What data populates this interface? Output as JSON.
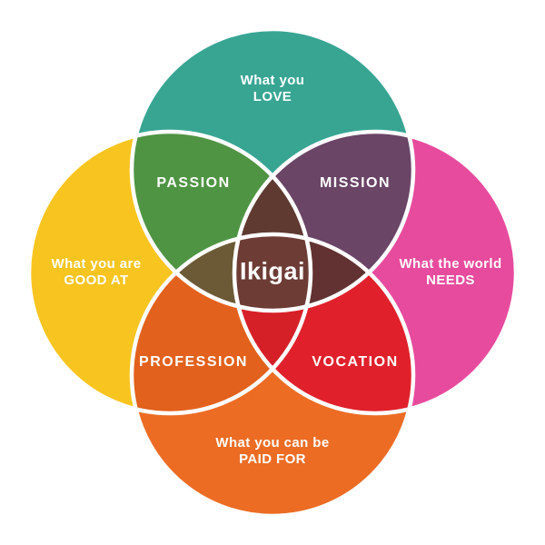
{
  "diagram": {
    "center_label": "Ikigai",
    "circles": {
      "love": {
        "line1": "What you",
        "line2": "LOVE"
      },
      "good_at": {
        "line1": "What you are",
        "line2": "GOOD AT"
      },
      "needs": {
        "line1": "What the world",
        "line2": "NEEDS"
      },
      "paid_for": {
        "line1": "What you can be",
        "line2": "PAID FOR"
      }
    },
    "overlaps": {
      "passion": "PASSION",
      "mission": "MISSION",
      "profession": "PROFESSION",
      "vocation": "VOCATION"
    }
  },
  "colors": {
    "background": "#ffffff",
    "outline": "#ffffff",
    "label_text": "#ffffff",
    "love": "#38a593",
    "good_at": "#f8c41f",
    "needs": "#e74b9d",
    "paid_for": "#ec6c24",
    "passion": "#4f9443",
    "mission": "#6a4566",
    "profession": "#e2611c",
    "vocation": "#e0212b",
    "petal_top": "#5e3a31",
    "petal_left": "#6b5a35",
    "petal_right": "#613231",
    "petal_bottom": "#d62028",
    "center": "#6d3c35"
  }
}
